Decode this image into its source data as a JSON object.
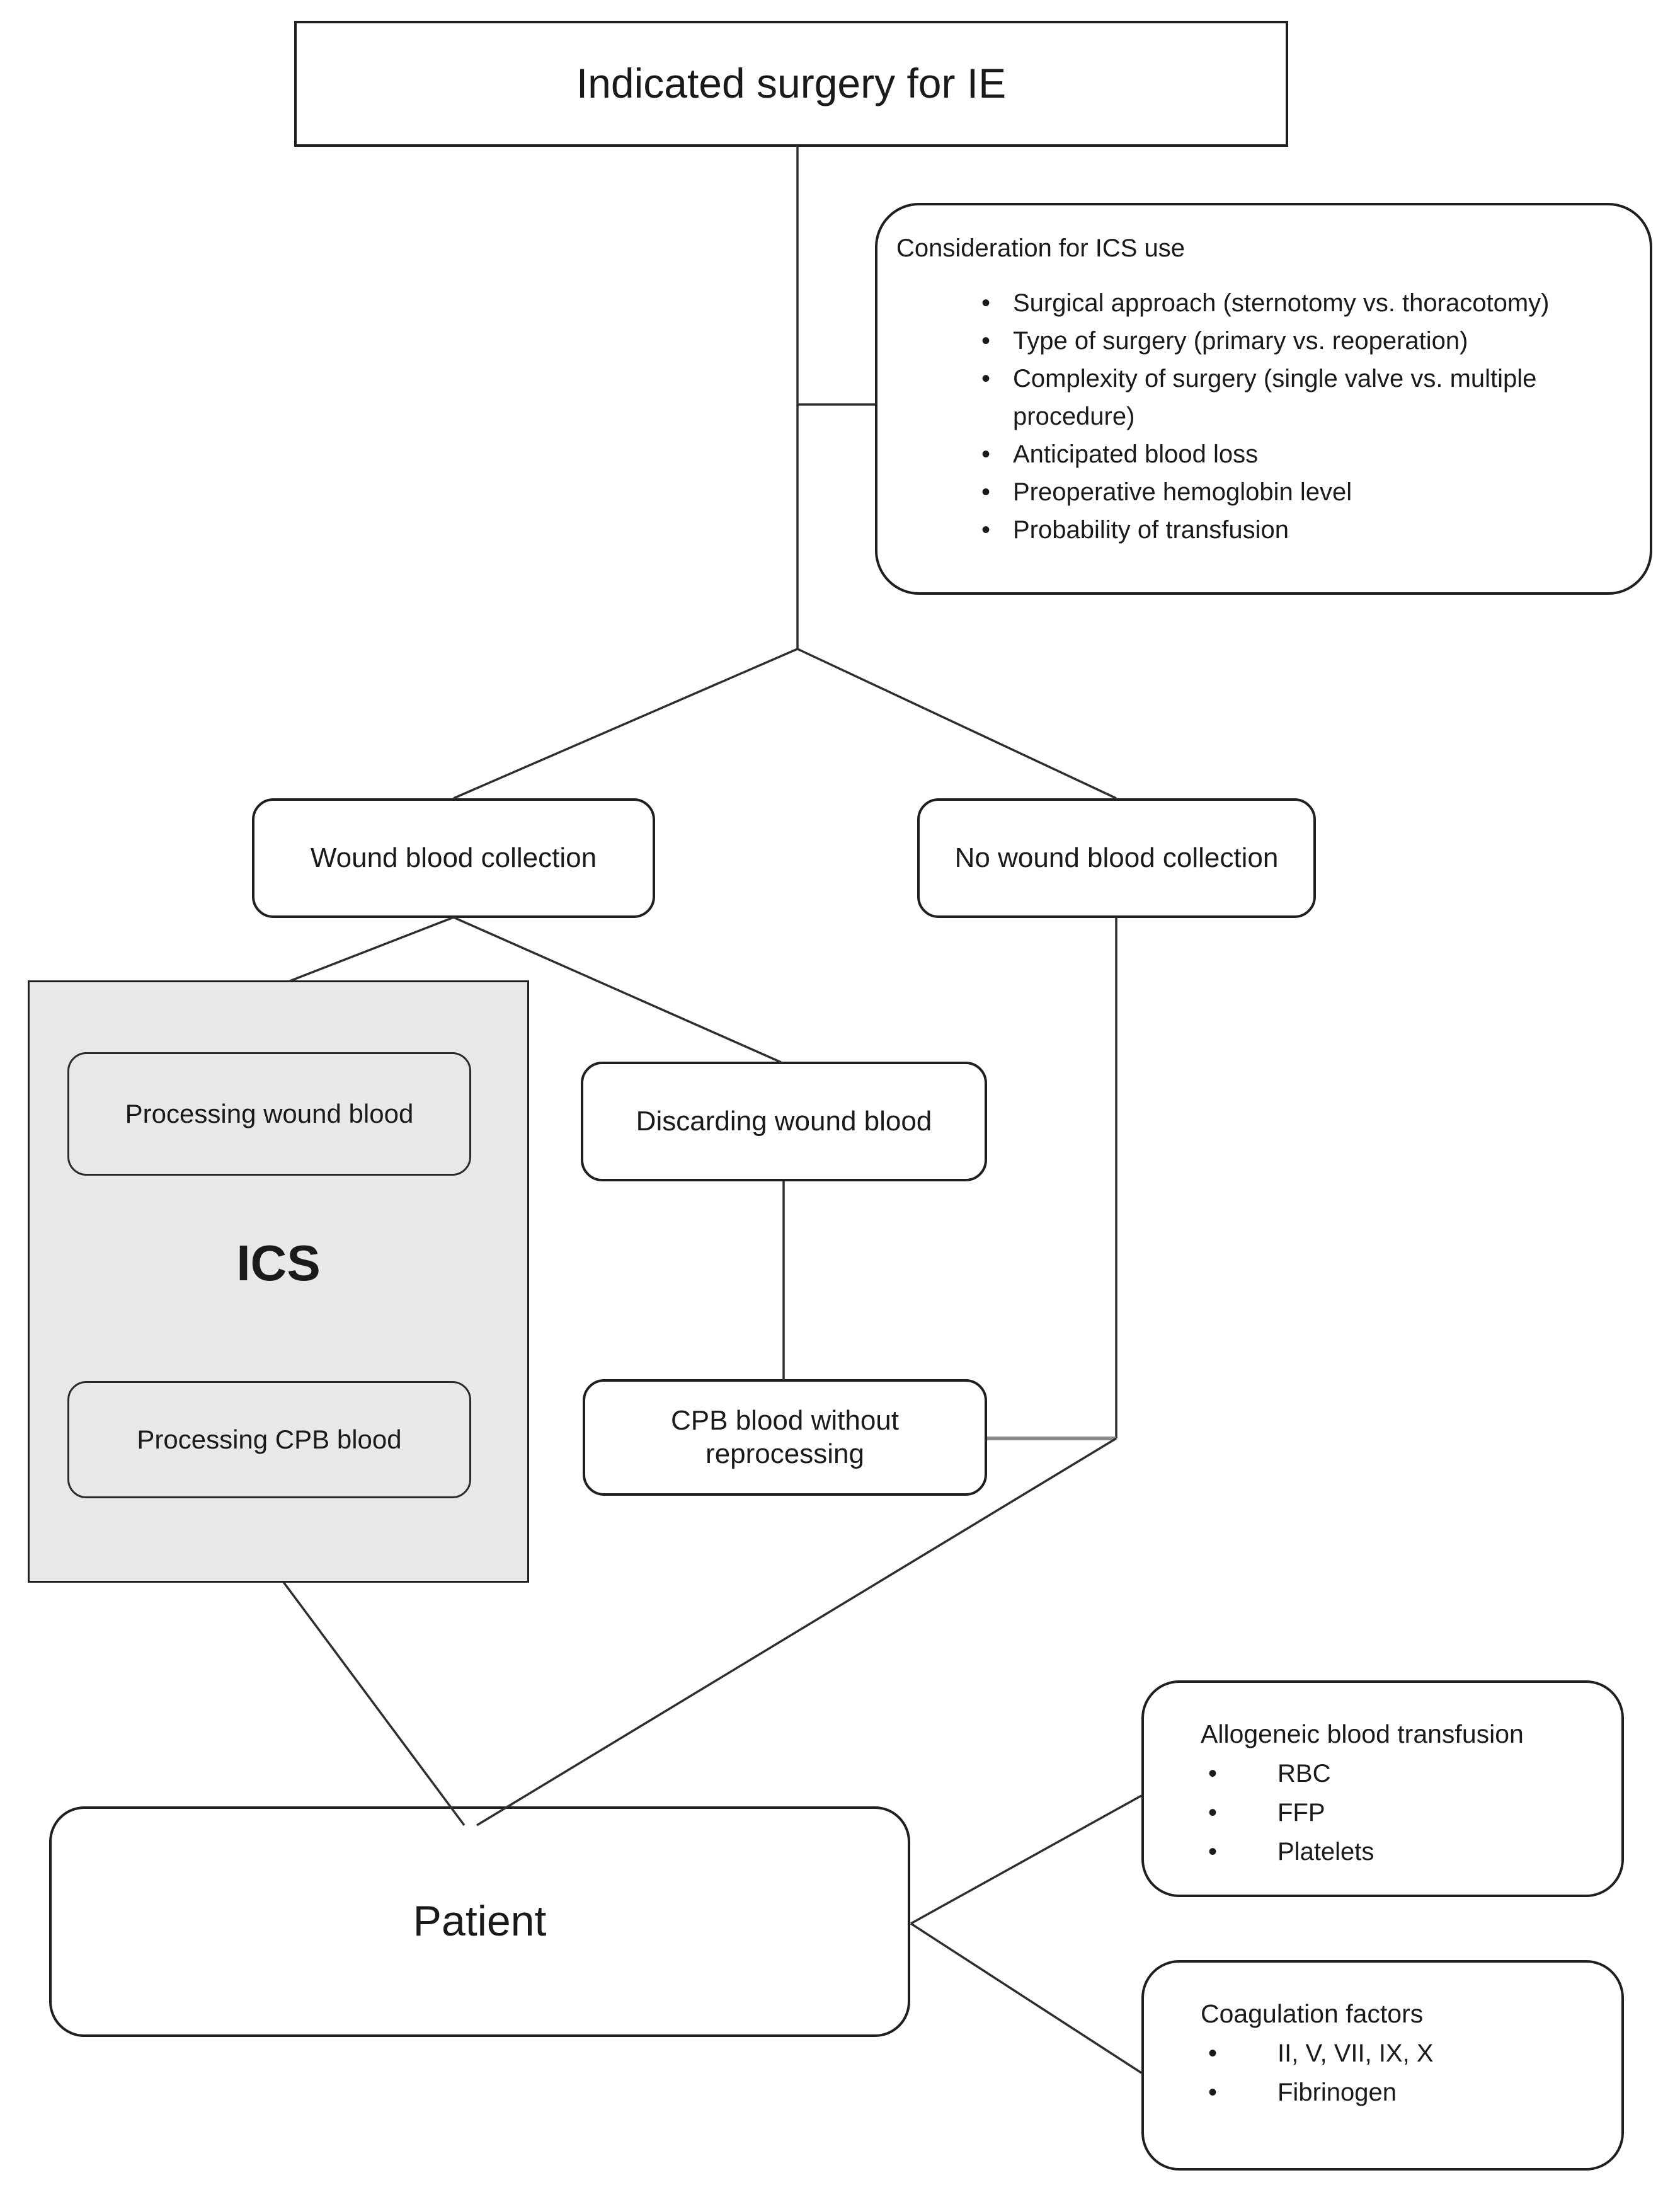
{
  "diagram": {
    "title_box": {
      "label": "Indicated surgery for IE"
    },
    "consideration_box": {
      "title": "Consideration for ICS use",
      "bullets": [
        "Surgical approach (sternotomy vs. thoracotomy)",
        "Type of surgery (primary vs. reoperation)",
        "Complexity of surgery (single valve vs. multiple procedure)",
        "Anticipated blood loss",
        "Preoperative hemoglobin level",
        "Probability of transfusion"
      ]
    },
    "wound_box": {
      "label": "Wound blood collection"
    },
    "no_wound_box": {
      "label": "No wound blood collection"
    },
    "ics_box": {
      "label": "ICS",
      "processing_wound": "Processing wound blood",
      "processing_cpb": "Processing CPB blood"
    },
    "discarding_box": {
      "label": "Discarding wound blood"
    },
    "cpb_box": {
      "label": "CPB blood without reprocessing"
    },
    "patient_box": {
      "label": "Patient"
    },
    "allogeneic_box": {
      "title": "Allogeneic blood transfusion",
      "bullets": [
        "RBC",
        "FFP",
        "Platelets"
      ]
    },
    "coagulation_box": {
      "title": "Coagulation factors",
      "bullets": [
        "II, V, VII, IX, X",
        "Fibrinogen"
      ]
    },
    "colors": {
      "background": "#ffffff",
      "line": "#2e2e2e",
      "thick_connector": "#8a8a8a",
      "ics_fill": "#e8e8e8",
      "text": "#1a1a1a"
    }
  }
}
